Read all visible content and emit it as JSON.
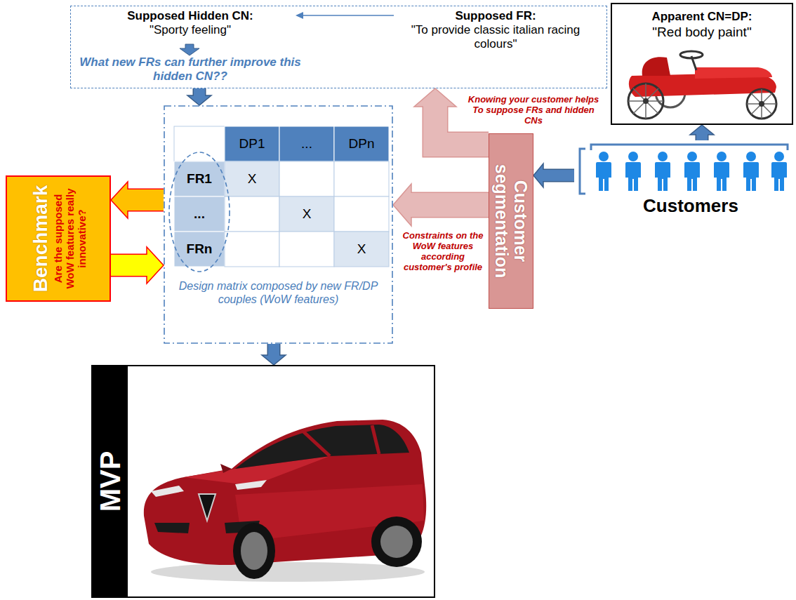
{
  "diagram": {
    "nodes": [
      {
        "text": [
          "What new FRs can further improve this hidden CN??"
        ]
      },
      {
        "text": [
          "Supposed Hidden CN:",
          "\"Sporty feeling\""
        ],
        "in": 0
      },
      {
        "text": [
          "Supposed FR:",
          "\"To provide classic italian racing colours\""
        ],
        "in": 0
      },
      {
        "text": [
          "Apparent CN=DP:",
          "\"Red body paint\""
        ]
      },
      {
        "text": [
          "Benchmark",
          "Are the supposed WoW features really innovative?"
        ]
      },
      {
        "text": [
          "Design matrix composed by new FR/DP couples (WoW features)"
        ]
      },
      {
        "text": [
          "Customer segmentation"
        ]
      },
      {
        "text": [
          "Customers"
        ]
      },
      {
        "text": [
          "MVP"
        ]
      }
    ],
    "edges": [
      {
        "from": 2,
        "to": 1,
        "arrow": "to"
      },
      {
        "from": 6,
        "to": 0,
        "arrow": "to",
        "label": "Knowing your customer helps To suppose FRs and hidden CNs"
      },
      {
        "from": 0,
        "to": 5,
        "arrow": "to"
      },
      {
        "from": 7,
        "to": 3,
        "arrow": "to"
      },
      {
        "from": 7,
        "to": 6,
        "arrow": "to"
      },
      {
        "from": 6,
        "to": 5,
        "arrow": "to",
        "label": "Constraints on the WoW features according customer's profile"
      },
      {
        "from": 5,
        "to": 4,
        "arrow": "to"
      },
      {
        "from": 4,
        "to": 5,
        "arrow": "to"
      },
      {
        "from": 5,
        "to": 8,
        "arrow": "to"
      }
    ],
    "labels": [
      "DP1",
      "...",
      "DPn",
      "FR1",
      "X",
      "...",
      "X",
      "FRn",
      "X"
    ]
  }
}
